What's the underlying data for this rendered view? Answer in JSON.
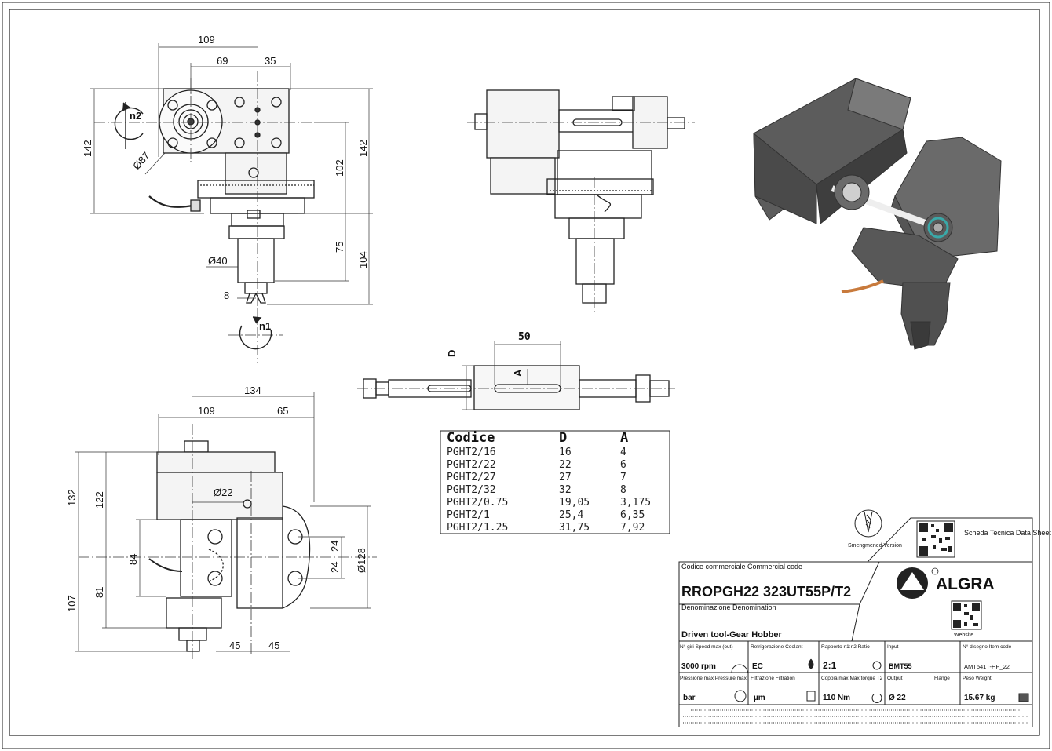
{
  "drawing": {
    "dims_top_left": [
      "109",
      "69",
      "35",
      "142",
      "102",
      "142",
      "75",
      "104",
      "8",
      "Ø40",
      "Ø87",
      "n2",
      "n1"
    ],
    "dims_bottom_left": [
      "134",
      "109",
      "65",
      "132",
      "122",
      "Ø22",
      "84",
      "81",
      "107",
      "24",
      "24",
      "Ø128",
      "45",
      "45"
    ],
    "shaft": {
      "dim_length": "50",
      "label_d": "D",
      "label_a": "A"
    }
  },
  "spec_table": {
    "headers": [
      "Codice",
      "D",
      "A"
    ],
    "rows": [
      [
        "PGHT2/16",
        "16",
        "4"
      ],
      [
        "PGHT2/22",
        "22",
        "6"
      ],
      [
        "PGHT2/27",
        "27",
        "7"
      ],
      [
        "PGHT2/32",
        "32",
        "8"
      ],
      [
        "PGHT2/0.75",
        "19,05",
        "3,175"
      ],
      [
        "PGHT2/1",
        "25,4",
        "6,35"
      ],
      [
        "PGHT2/1.25",
        "31,75",
        "7,92"
      ]
    ]
  },
  "title_block": {
    "version_label": "Smengmened Version",
    "data_sheet_label": "Scheda Tecnica Data Sheet",
    "website_label": "Website",
    "brand": "ALGRA",
    "commercial_code_label": "Codice commerciale Commercial code",
    "commercial_code": "RROPGH22 323UT55P/T2",
    "denomination_label": "Denominazione Denomination",
    "denomination": "Driven tool-Gear Hobber",
    "fields_row1": [
      {
        "label": "N° giri Speed max (out)",
        "value": "3000 rpm"
      },
      {
        "label": "Refrigerazione Coolant",
        "value": "EC"
      },
      {
        "label": "Rapporto n1:n2 Ratio",
        "value": "2:1"
      },
      {
        "label": "Input",
        "value": "BMT55"
      },
      {
        "label": "N° disegno Item code",
        "value": "AMT541T-HP_22"
      }
    ],
    "fields_row2": [
      {
        "label": "Pressione max Pressure max",
        "value": "bar"
      },
      {
        "label": "Filtrazione Filtration",
        "value": "µm"
      },
      {
        "label": "Coppia max Max torque T2",
        "value": "110 Nm"
      },
      {
        "label": "Output",
        "value": "Ø 22"
      },
      {
        "label": "Peso Weight",
        "value": "15.67 kg"
      }
    ],
    "flange_label": "Flange"
  }
}
